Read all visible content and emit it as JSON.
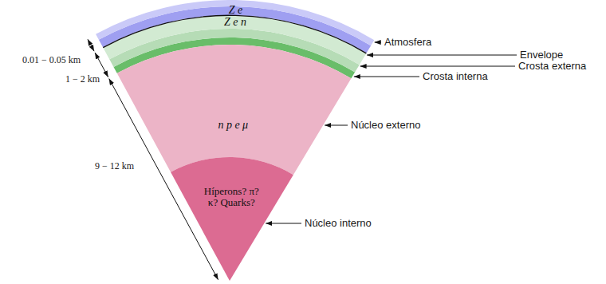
{
  "diagram": {
    "nodes": [
      {
        "text": [
          "Z e"
        ]
      },
      {
        "text": [
          "Z e n"
        ]
      },
      {
        "text": [
          "n p e μ"
        ]
      },
      {
        "text": [
          "Híperons? π? κ? Quarks?"
        ]
      }
    ],
    "labels": [
      "0.01 − 0.05 km",
      "1 − 2 km",
      "9 − 12 km",
      "Atmosfera",
      "Envelope",
      "Crosta externa",
      "Crosta interna",
      "Núcleo externo",
      "Núcleo interno"
    ]
  }
}
